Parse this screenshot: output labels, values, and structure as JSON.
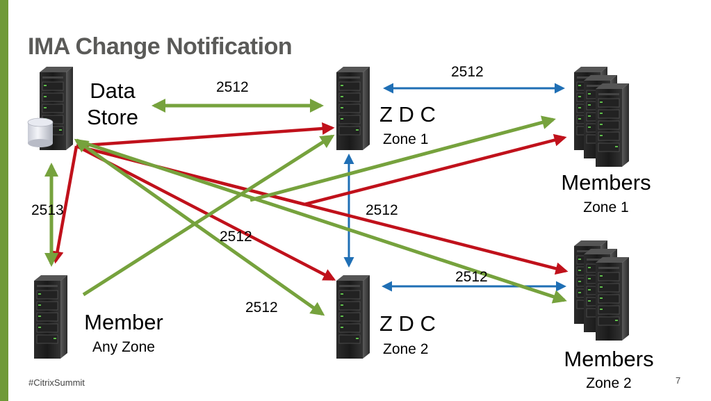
{
  "slide": {
    "title": "IMA Change Notification",
    "footer": "#CitrixSummit",
    "page_number": "7"
  },
  "nodes": {
    "data_store": {
      "line1": "Data",
      "line2": "Store"
    },
    "zdc1": {
      "name": "Z D C",
      "zone": "Zone 1"
    },
    "zdc2": {
      "name": "Z D C",
      "zone": "Zone 2"
    },
    "members1": {
      "name": "Members",
      "zone": "Zone 1"
    },
    "members2": {
      "name": "Members",
      "zone": "Zone 2"
    },
    "member_any": {
      "name": "Member",
      "zone": "Any Zone"
    }
  },
  "ports": {
    "ds_zdc1": "2512",
    "zdc1_members1": "2512",
    "ds_member": "2513",
    "zdc1_zdc2": "2512",
    "cross": "2512",
    "zdc2_members2": "2512",
    "member_zdc2": "2512"
  },
  "colors": {
    "green": "#76a23d",
    "red": "#c0111b",
    "blue": "#1f6fb5",
    "accent": "#6f9a37",
    "title": "#5a5a58"
  }
}
